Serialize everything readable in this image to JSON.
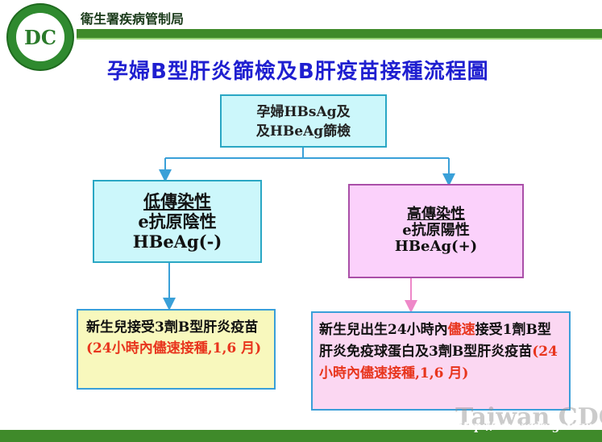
{
  "header": {
    "org_name": "衛生署疾病管制局",
    "logo_text": "DC"
  },
  "title": "孕婦B型肝炎篩檢及B肝疫苗接種流程圖",
  "top_box": {
    "line1": "孕婦HBsAg及",
    "line2": "及HBeAg篩檢"
  },
  "low_box": {
    "line1": "低傳染性",
    "line2": "e抗原陰性",
    "line3": "HBeAg(-)"
  },
  "high_box": {
    "line1": "高傳染性",
    "line2": "e抗原陽性",
    "line3": "HBeAg(+)"
  },
  "note_left": {
    "part1": "新生兒接受3劑B型肝炎疫苗",
    "part2": "(24小時內儘速接種",
    "part3": ",1,6 月)"
  },
  "note_right": {
    "part1": "新生兒出生24小時內",
    "part2": "儘速",
    "part3": "接受1劑B型肝炎免疫球蛋白及3劑B型肝炎疫苗",
    "part4": "(24小時內儘速接種",
    "part5": ",1,6 月)"
  },
  "footer": {
    "watermark": "Taiwan CDC",
    "url": "http://www.cdc.gov.tw"
  },
  "colors": {
    "green_bar": "#3f8a2a",
    "title_blue": "#1f1fd0",
    "cyan_box": "#ccf7fb",
    "pink_box": "#fbd1fb",
    "yellow_box": "#f8f8bd",
    "red_text": "#e8351d"
  }
}
